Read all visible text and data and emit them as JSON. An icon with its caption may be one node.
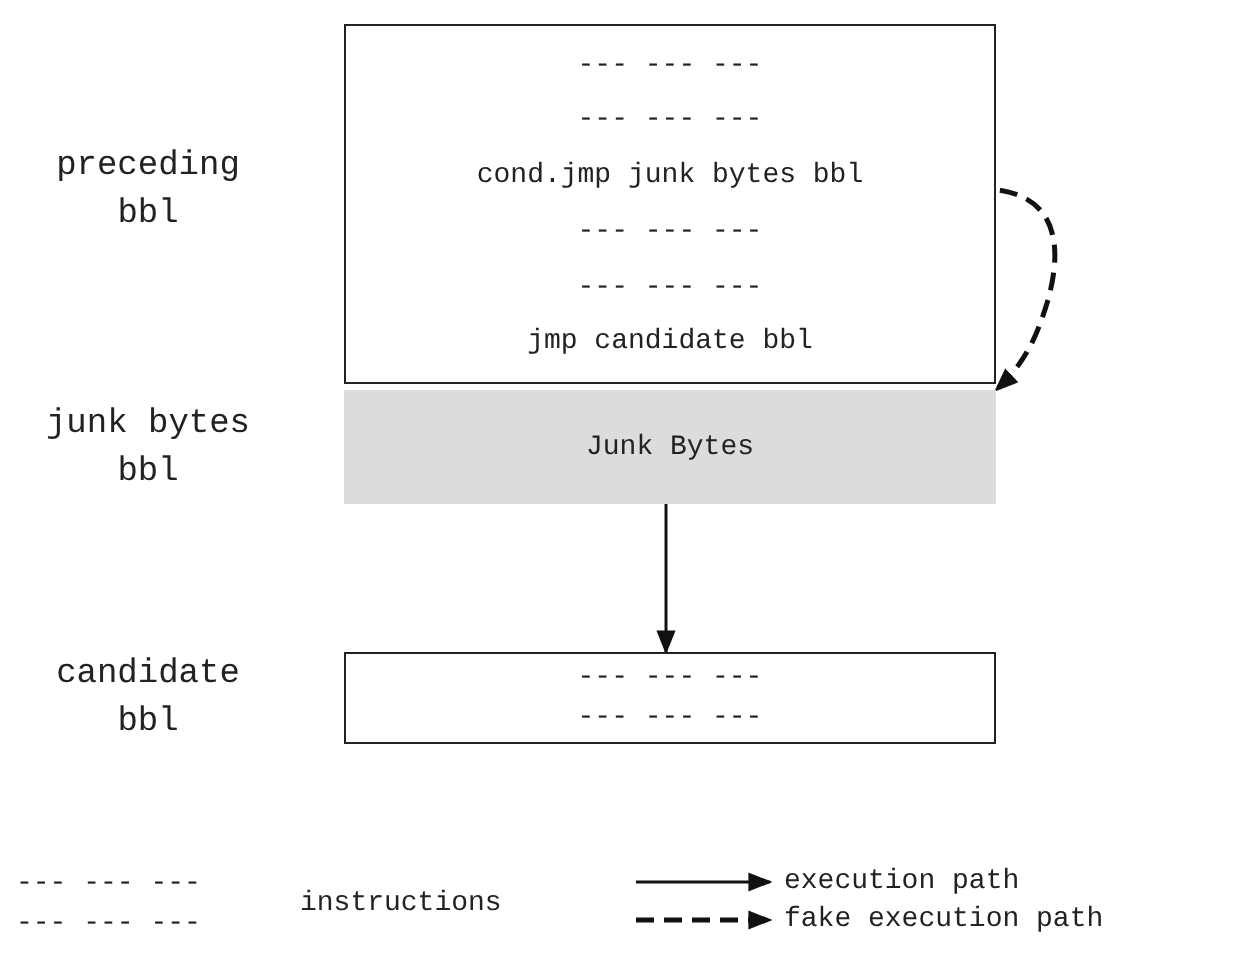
{
  "diagram": {
    "nodes": [
      {
        "text": [
          "preceding bbl",
          "--- --- ---",
          "--- --- ---",
          "cond.jmp junk bytes bbl",
          "--- --- ---",
          "--- --- ---",
          "jmp candidate bbl"
        ]
      },
      {
        "text": [
          "junk bytes bbl",
          "Junk Bytes"
        ]
      },
      {
        "text": [
          "candidate bbl",
          "--- --- ---",
          "--- --- ---"
        ]
      }
    ],
    "edges": [
      {
        "from": 0,
        "to": 1,
        "arrow": "to",
        "style": "dashed"
      },
      {
        "from": 1,
        "to": 2,
        "arrow": "to"
      }
    ],
    "labels": [
      "--- --- ---",
      "--- --- ---"
    ],
    "legend": [
      {
        "text": "instructions"
      },
      {
        "text": "execution path"
      },
      {
        "text": "fake execution path"
      }
    ]
  }
}
